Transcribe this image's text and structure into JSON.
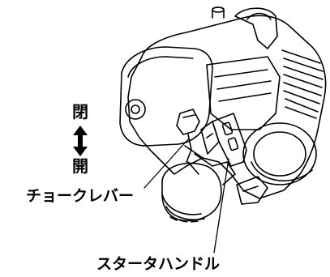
{
  "labels": {
    "close": "閉",
    "open": "開",
    "choke_lever": "チョークレバー",
    "starter_handle": "スタータハンドル"
  },
  "icons": {
    "direction_arrow": "up-down-arrow-icon"
  }
}
